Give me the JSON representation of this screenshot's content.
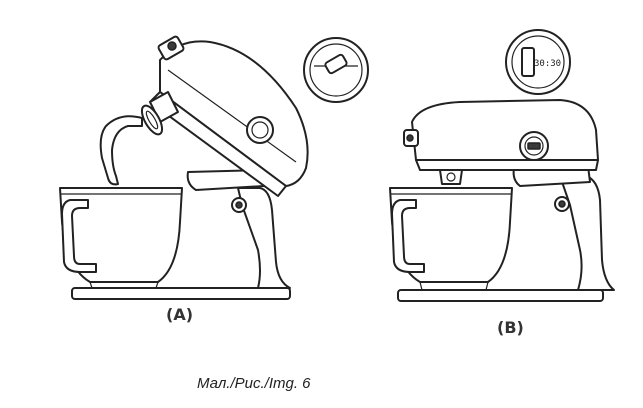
{
  "figure": {
    "panel_a_label": "(A)",
    "panel_b_label": "(B)",
    "caption": "Мал./Рис./Img. 6",
    "display_text_b": "30:30"
  }
}
